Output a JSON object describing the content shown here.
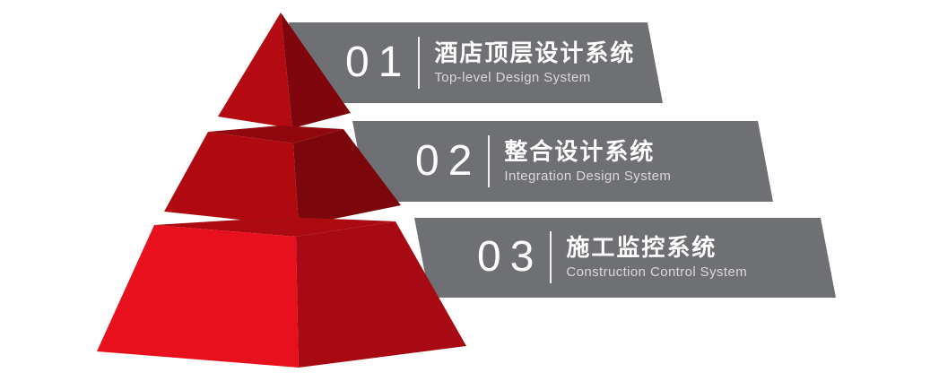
{
  "diagram": {
    "items": [
      {
        "number": "01",
        "title": "酒店顶层设计系统",
        "subtitle": "Top-level Design System"
      },
      {
        "number": "02",
        "title": "整合设计系统",
        "subtitle": "Integration Design System"
      },
      {
        "number": "03",
        "title": "施工监控系统",
        "subtitle": "Construction Control System"
      }
    ],
    "colors": {
      "background": "#ffffff",
      "banner_gray": "#6f7073",
      "number_white": "#ffffff",
      "title_white": "#ffffff",
      "subtitle_gray": "#d9d9d9",
      "pyramid": {
        "tier1_front": "#b30b11",
        "tier1_right": "#7f060c",
        "tier2_top": "#90070d",
        "tier2_front": "#b00a10",
        "tier2_right": "#7b060b",
        "tier3_top": "#ab0a10",
        "tier3_front": "#e8101c",
        "tier3_right": "#a80a13"
      }
    }
  }
}
